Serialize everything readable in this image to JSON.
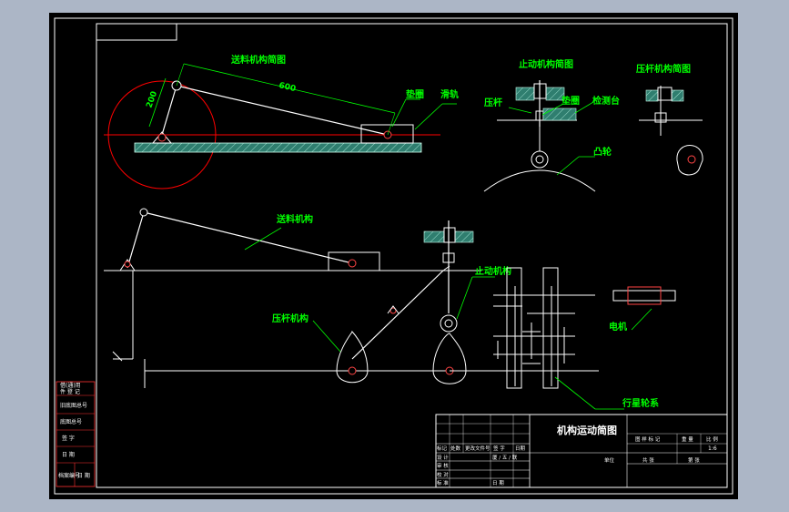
{
  "drawing": {
    "title": "机构运动简图",
    "scale": "1:6"
  },
  "labels": {
    "feed_mechanism_sketch": "送料机构简图",
    "dim_600": "600",
    "dim_200": "200",
    "washer": "垫圈",
    "slide_rail": "滑轨",
    "stop_mechanism_sketch": "止动机构简图",
    "press_rod": "压杆",
    "washer_2": "垫圈",
    "fixture_table": "检测台",
    "cam": "凸轮",
    "press_mechanism_sketch": "压杆机构简图",
    "feed_mechanism": "送料机构",
    "stop_mechanism": "止动机构",
    "press_mechanism": "压杆机构",
    "motor": "电机",
    "planetary_gear": "行星轮系"
  },
  "side_table": [
    "借(通)用",
    "件 登 记",
    "旧底图总号",
    "底图总号",
    "签 字",
    "日 期",
    "档案编号",
    "日 期"
  ],
  "title_block": {
    "revision_row": [
      "标记",
      "处数",
      "更改文件号",
      "签 字",
      "日期"
    ],
    "rows": [
      "设 计",
      "审 核",
      "校 对",
      "标 准"
    ],
    "design_extra": "厦 / 五 / 联",
    "approval": "日 期",
    "stage_headers": [
      "图 样 标 记",
      "重 量",
      "比 例"
    ],
    "sheet_info": [
      "共 张",
      "第 张"
    ],
    "unit": "单位"
  },
  "colors": {
    "line": "#ffffff",
    "label": "#00ff00",
    "red": "#ff0000",
    "hatch": "#3a9b86",
    "border": "#ffffff"
  }
}
